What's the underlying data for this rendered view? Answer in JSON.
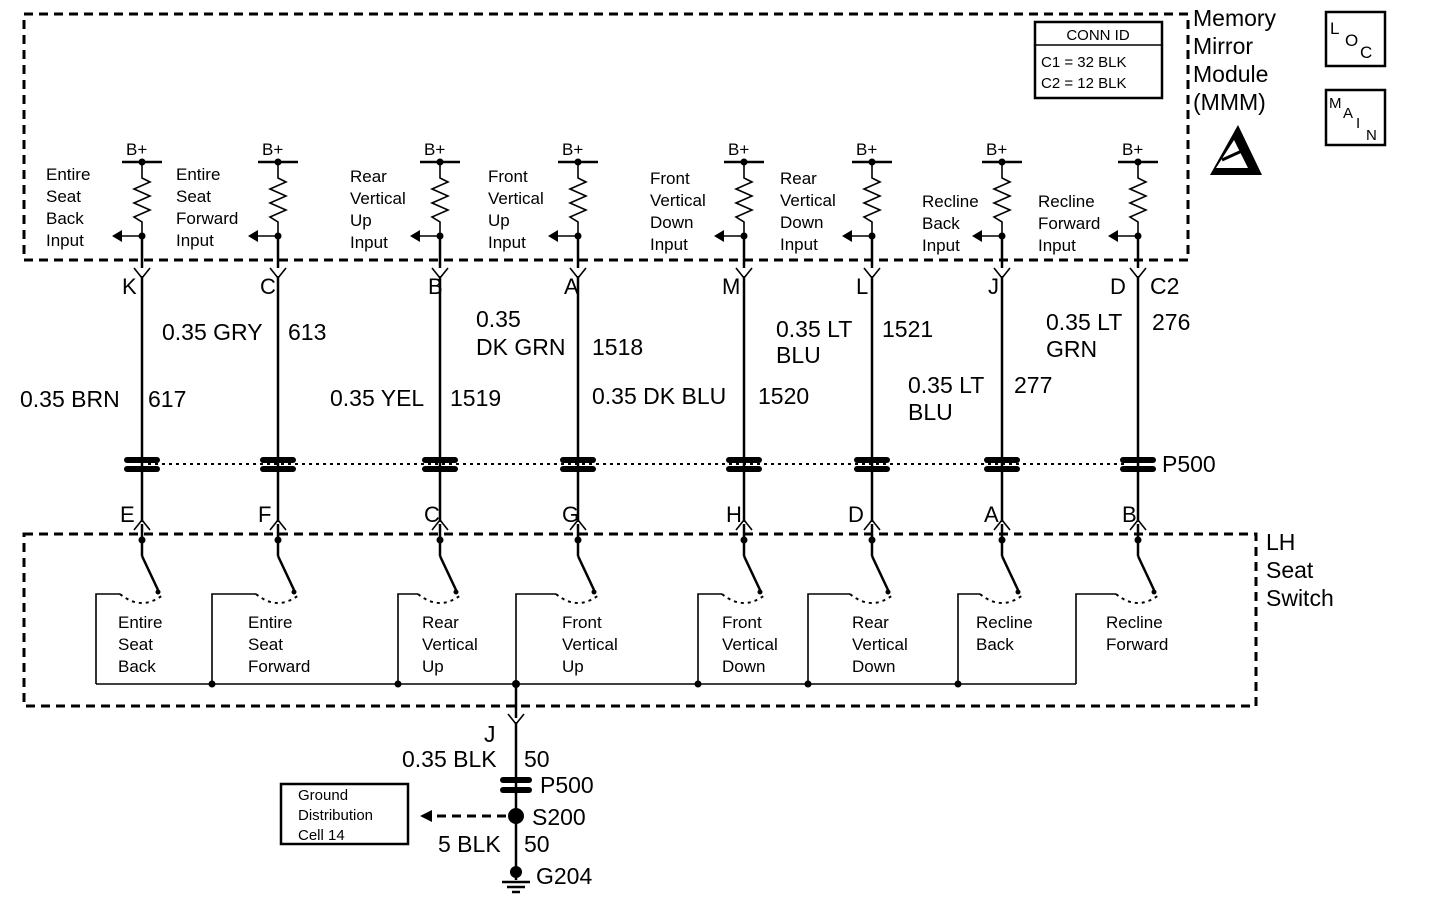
{
  "module": {
    "name_lines": [
      "Memory",
      "Mirror",
      "Module",
      "(MMM)"
    ],
    "conn_id": {
      "title": "CONN ID",
      "c1": "C1 = 32 BLK",
      "c2": "C2 = 12 BLK"
    },
    "connector": "C2",
    "supply": "B+"
  },
  "icons": [
    {
      "name": "loc-icon",
      "letters": [
        "L",
        "O",
        "C"
      ]
    },
    {
      "name": "main-icon",
      "letters": [
        "M",
        "A",
        "I",
        "N"
      ]
    },
    {
      "name": "esd-warning-icon"
    }
  ],
  "circuits": [
    {
      "input_lines": [
        "Entire",
        "Seat",
        "Back",
        "Input"
      ],
      "mmm_pin": "K",
      "wire_lines": [
        "0.35 BRN"
      ],
      "circuit": "617",
      "switch_pin": "E",
      "switch_lines": [
        "Entire",
        "Seat",
        "Back"
      ]
    },
    {
      "input_lines": [
        "Entire",
        "Seat",
        "Forward",
        "Input"
      ],
      "mmm_pin": "C",
      "wire_lines": [
        "0.35 GRY"
      ],
      "circuit": "613",
      "switch_pin": "F",
      "switch_lines": [
        "Entire",
        "Seat",
        "Forward"
      ]
    },
    {
      "input_lines": [
        "Rear",
        "Vertical",
        "Up",
        "Input"
      ],
      "mmm_pin": "B",
      "wire_lines": [
        "0.35 YEL"
      ],
      "circuit": "1519",
      "switch_pin": "C",
      "switch_lines": [
        "Rear",
        "Vertical",
        "Up"
      ]
    },
    {
      "input_lines": [
        "Front",
        "Vertical",
        "Up",
        "Input"
      ],
      "mmm_pin": "A",
      "wire_lines": [
        "0.35",
        "DK GRN"
      ],
      "circuit": "1518",
      "switch_pin": "G",
      "switch_lines": [
        "Front",
        "Vertical",
        "Up"
      ]
    },
    {
      "input_lines": [
        "Front",
        "Vertical",
        "Down",
        "Input"
      ],
      "mmm_pin": "M",
      "wire_lines": [
        "0.35 DK BLU"
      ],
      "circuit": "1520",
      "switch_pin": "H",
      "switch_lines": [
        "Front",
        "Vertical",
        "Down"
      ]
    },
    {
      "input_lines": [
        "Rear",
        "Vertical",
        "Down",
        "Input"
      ],
      "mmm_pin": "L",
      "wire_lines": [
        "0.35 LT",
        "BLU"
      ],
      "circuit": "1521",
      "switch_pin": "D",
      "switch_lines": [
        "Rear",
        "Vertical",
        "Down"
      ]
    },
    {
      "input_lines": [
        "Recline",
        "Back",
        "Input"
      ],
      "mmm_pin": "J",
      "wire_lines": [
        "0.35 LT",
        "BLU"
      ],
      "circuit": "277",
      "switch_pin": "A",
      "switch_lines": [
        "Recline",
        "Back"
      ]
    },
    {
      "input_lines": [
        "Recline",
        "Forward",
        "Input"
      ],
      "mmm_pin": "D",
      "wire_lines": [
        "0.35 LT",
        "GRN"
      ],
      "circuit": "276",
      "switch_pin": "B",
      "switch_lines": [
        "Recline",
        "Forward"
      ]
    }
  ],
  "inline_connector": "P500",
  "switch_name_lines": [
    "LH",
    "Seat",
    "Switch"
  ],
  "ground": {
    "switch_pin": "J",
    "wire1": "0.35 BLK",
    "circuit1": "50",
    "inline": "P500",
    "splice": "S200",
    "wire2": "5 BLK",
    "circuit2": "50",
    "ground_point": "G204",
    "ref_lines": [
      "Ground",
      "Distribution",
      "Cell 14"
    ]
  }
}
